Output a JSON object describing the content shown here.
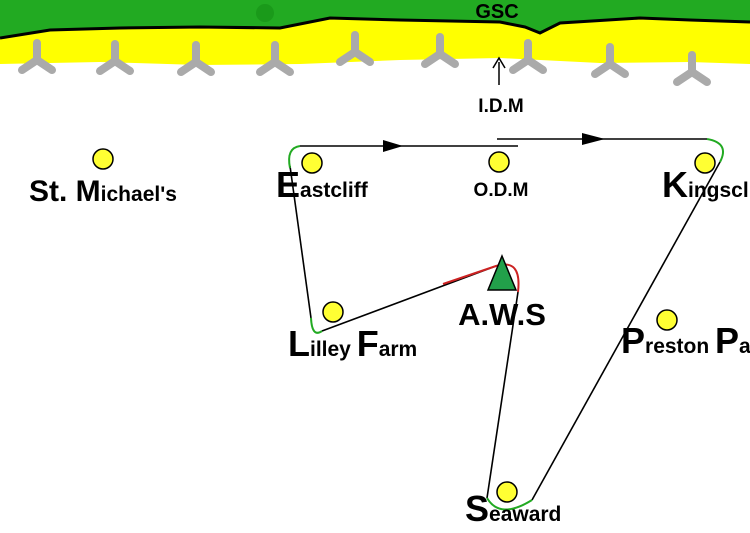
{
  "coast": {
    "label": "GSC",
    "land_color": "#22aa22",
    "beach_color": "#ffff00",
    "shore_line_color": "#000000",
    "marker_icon": "tripod-marker-icon",
    "marker_color": "#aaaaaa"
  },
  "idm": {
    "label": "I.D.M"
  },
  "points": {
    "st_michaels": {
      "initial": "St. M",
      "rest": "ichael's"
    },
    "eastcliff": {
      "initial": "E",
      "rest": "astcliff"
    },
    "odm": {
      "label": "O.D.M"
    },
    "kingscliff": {
      "initial": "K",
      "rest": "ingscliff"
    },
    "lilley_farm": {
      "initial_1": "L",
      "rest_1": "illey ",
      "initial_2": "F",
      "rest_2": "arm"
    },
    "aws": {
      "label": "A.W.S"
    },
    "preston_park": {
      "initial_1": "P",
      "rest_1": "reston ",
      "initial_2": "P",
      "rest_2": "ark"
    },
    "seaward": {
      "initial": "S",
      "rest": "eaward"
    }
  },
  "colors": {
    "waypoint_fill": "#ffff33",
    "aws_triangle": "#22a04a",
    "route_line": "#000000",
    "turn_green": "#22aa22",
    "turn_red": "#cc2222"
  }
}
